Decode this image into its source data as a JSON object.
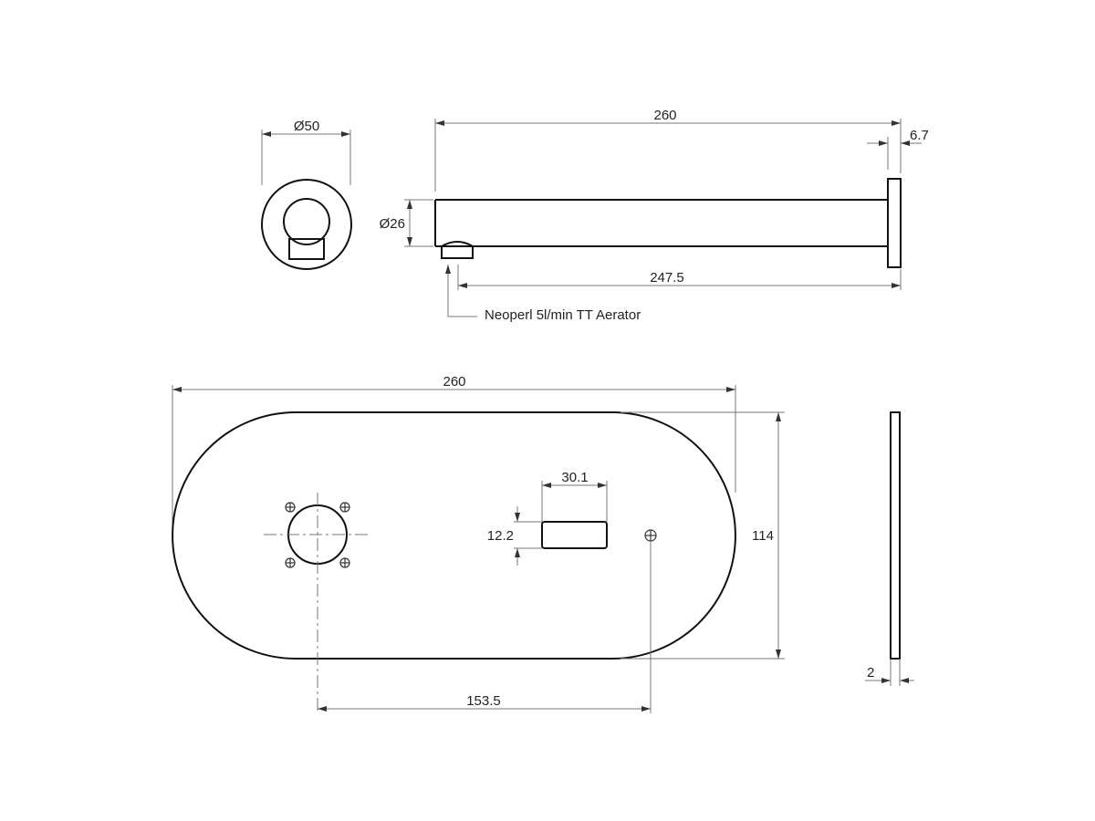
{
  "drawing": {
    "front_view": {
      "diameter_label": "Ø50"
    },
    "side_view": {
      "length_label": "260",
      "flange_thickness_label": "6.7",
      "spout_diameter_label": "Ø26",
      "spout_length_label": "247.5",
      "aerator_note": "Neoperl 5l/min TT Aerator"
    },
    "plate_view": {
      "width_label": "260",
      "height_label": "114",
      "sensor_width_label": "30.1",
      "sensor_height_label": "12.2",
      "hole_spacing_label": "153.5",
      "thickness_label": "2"
    }
  }
}
